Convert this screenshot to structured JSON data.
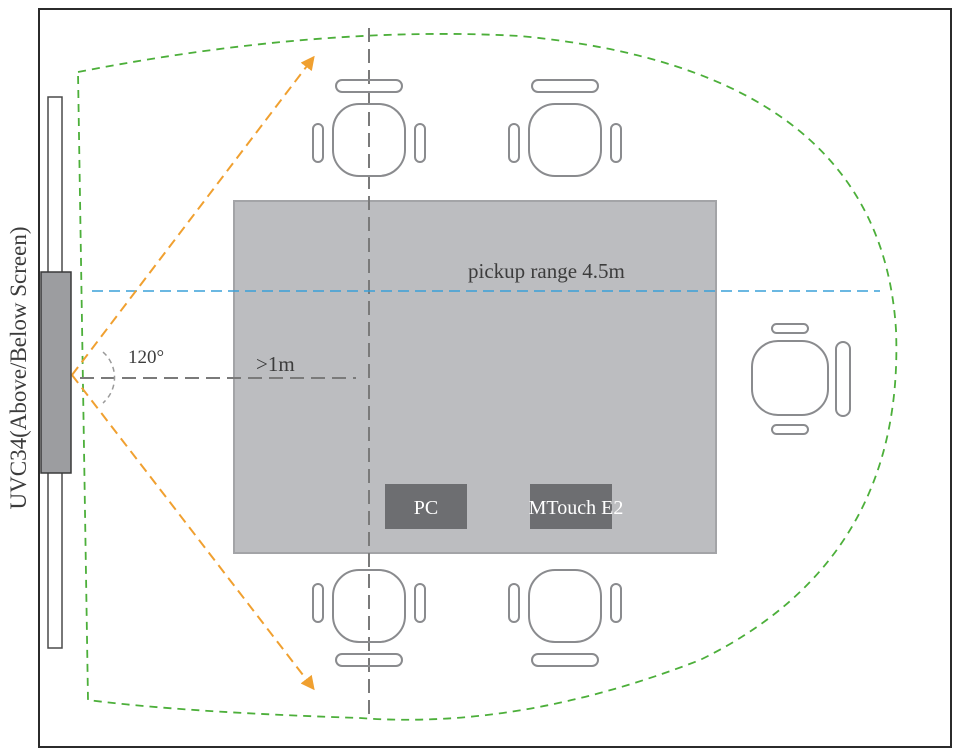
{
  "labels": {
    "device": "UVC34(Above/Below Screen)",
    "pickup_range": "pickup range 4.5m",
    "angle": "120°",
    "distance": ">1m",
    "pc": "PC",
    "mtouch": "MTouch E2"
  },
  "colors": {
    "room_border": "#2b2b2b",
    "table_fill": "#bcbdc0",
    "table_border": "#a3a4a7",
    "chair_stroke": "#8a8b8e",
    "screen_fill": "#ffffff",
    "camera_fill": "#9c9da0",
    "box_fill": "#6d6e71",
    "pickup_line": "#3aa0d8",
    "coverage_line": "#4caf3a",
    "fov_arrow": "#f0a030",
    "center_line": "#7a7a7a"
  },
  "icons": {
    "chair": "chair-icon",
    "arrow": "arrowhead"
  }
}
